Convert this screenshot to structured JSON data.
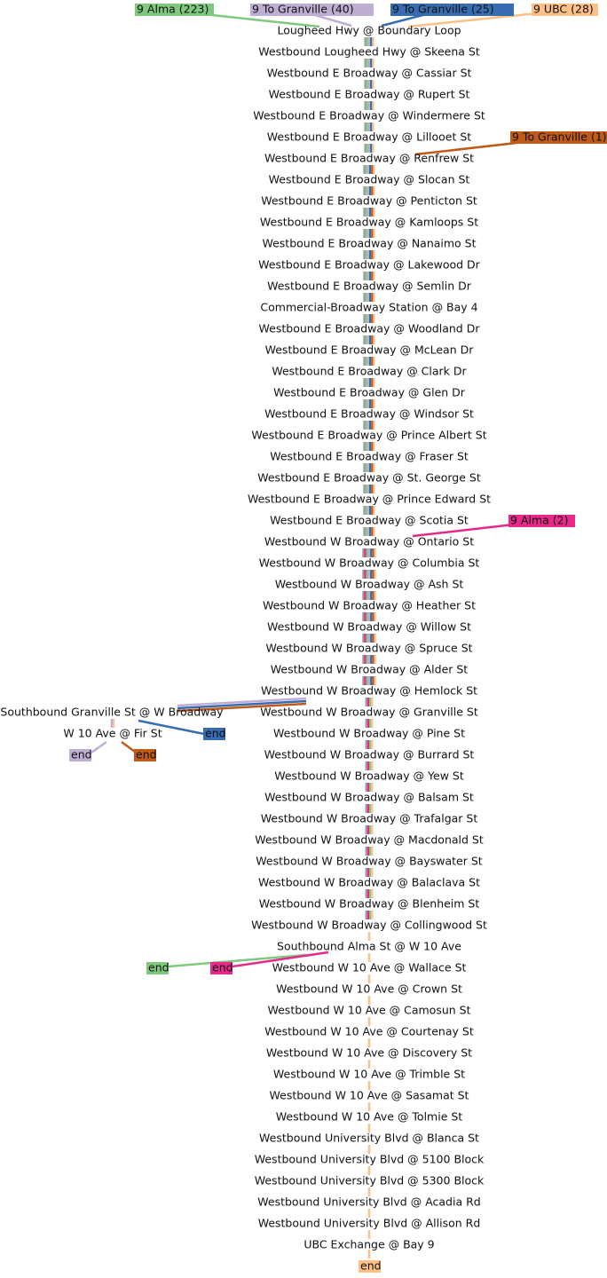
{
  "colors": {
    "green": "#7fc97f",
    "purple": "#beaed4",
    "orange": "#fdc086",
    "blue": "#386cb0",
    "pink": "#e7298a",
    "brown": "#bf5b17",
    "grey": "#999999"
  },
  "start_tags": [
    {
      "label": "9 Alma (223)",
      "color": "green"
    },
    {
      "label": "9 To Granville (40)",
      "color": "purple"
    },
    {
      "label": "9 To Granville (25)",
      "color": "blue"
    },
    {
      "label": "9 UBC (28)",
      "color": "orange"
    },
    {
      "label": "9 To Granville (1)",
      "color": "brown"
    },
    {
      "label": "9 Alma (2)",
      "color": "pink"
    }
  ],
  "end_label": "end",
  "end_tags": [
    {
      "color": "blue"
    },
    {
      "color": "purple"
    },
    {
      "color": "brown"
    },
    {
      "color": "green"
    },
    {
      "color": "pink"
    },
    {
      "color": "orange"
    }
  ],
  "main_stops": [
    "Lougheed Hwy @ Boundary Loop",
    "Westbound Lougheed Hwy @ Skeena St",
    "Westbound E Broadway @ Cassiar St",
    "Westbound E Broadway @ Rupert St",
    "Westbound E Broadway @ Windermere St",
    "Westbound E Broadway @ Lillooet St",
    "Westbound E Broadway @ Renfrew St",
    "Westbound E Broadway @ Slocan St",
    "Westbound E Broadway @ Penticton St",
    "Westbound E Broadway @ Kamloops St",
    "Westbound E Broadway @ Nanaimo St",
    "Westbound E Broadway @ Lakewood Dr",
    "Westbound E Broadway @ Semlin Dr",
    "Commercial-Broadway Station @ Bay 4",
    "Westbound E Broadway @ Woodland Dr",
    "Westbound E Broadway @ McLean Dr",
    "Westbound E Broadway @ Clark Dr",
    "Westbound E Broadway @ Glen Dr",
    "Westbound E Broadway @ Windsor St",
    "Westbound E Broadway @ Prince Albert St",
    "Westbound E Broadway @ Fraser St",
    "Westbound E Broadway @ St. George St",
    "Westbound E Broadway @ Prince Edward St",
    "Westbound E Broadway @ Scotia St",
    "Westbound W Broadway @ Ontario St",
    "Westbound W Broadway @ Columbia St",
    "Westbound W Broadway @ Ash St",
    "Westbound W Broadway @ Heather St",
    "Westbound W Broadway @ Willow St",
    "Westbound W Broadway @ Spruce St",
    "Westbound W Broadway @ Alder St",
    "Westbound W Broadway @ Hemlock St",
    "Westbound W Broadway @ Granville St",
    "Westbound W Broadway @ Pine St",
    "Westbound W Broadway @ Burrard St",
    "Westbound W Broadway @ Yew St",
    "Westbound W Broadway @ Balsam St",
    "Westbound W Broadway @ Trafalgar St",
    "Westbound W Broadway @ Macdonald St",
    "Westbound W Broadway @ Bayswater St",
    "Westbound W Broadway @ Balaclava St",
    "Westbound W Broadway @ Blenheim St",
    "Westbound W Broadway @ Collingwood St",
    "Southbound Alma St @ W 10 Ave",
    "Westbound W 10 Ave @ Wallace St",
    "Westbound W 10 Ave @ Crown St",
    "Westbound W 10 Ave @ Camosun St",
    "Westbound W 10 Ave @ Courtenay St",
    "Westbound W 10 Ave @ Discovery St",
    "Westbound W 10 Ave @ Trimble St",
    "Westbound W 10 Ave @ Sasamat St",
    "Westbound W 10 Ave @ Tolmie St",
    "Westbound University Blvd @ Blanca St",
    "Westbound University Blvd @ 5100 Block",
    "Westbound University Blvd @ 5300 Block",
    "Westbound University Blvd @ Acadia Rd",
    "Westbound University Blvd @ Allison Rd",
    "UBC Exchange @ Bay 9"
  ],
  "branch_stops": [
    "Southbound Granville St @ W Broadway",
    "W 10 Ave @ Fir St"
  ]
}
